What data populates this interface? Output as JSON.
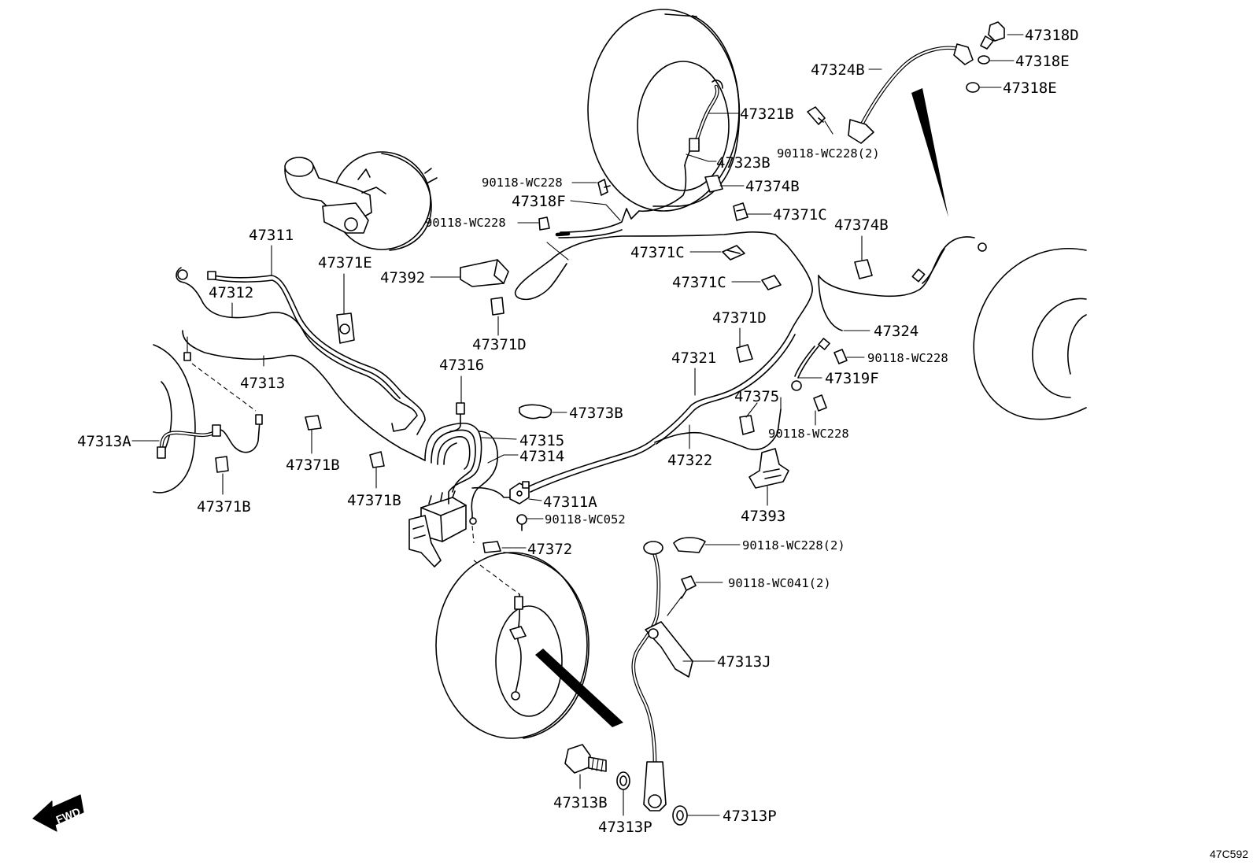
{
  "diagram": {
    "code": "47C592",
    "direction_label": "FWD"
  },
  "labels": {
    "p47318D": "47318D",
    "p47318E_a": "47318E",
    "p47318E_b": "47318E",
    "p47324B": "47324B",
    "p47321B": "47321B",
    "p90118_wc228_2_top": "90118-WC228(2)",
    "p47323B": "47323B",
    "p90118_wc228_a": "90118-WC228",
    "p47374B_a": "47374B",
    "p47318F": "47318F",
    "p90118_wc228_b": "90118-WC228",
    "p47371C_a": "47371C",
    "p47374B_b": "47374B",
    "p47311": "47311",
    "p47371E": "47371E",
    "p47371C_b": "47371C",
    "p47392": "47392",
    "p47371C_c": "47371C",
    "p47312": "47312",
    "p47371D_a": "47371D",
    "p47324": "47324",
    "p47371D_b": "47371D",
    "p47321": "47321",
    "p90118_wc228_c": "90118-WC228",
    "p47316": "47316",
    "p47313": "47313",
    "p47319F": "47319F",
    "p47375": "47375",
    "p47373B": "47373B",
    "p90118_wc228_d": "90118-WC228",
    "p47315": "47315",
    "p47313A": "47313A",
    "p47314": "47314",
    "p47322": "47322",
    "p47371B_a": "47371B",
    "p47371B_b": "47371B",
    "p47371B_c": "47371B",
    "p47311A": "47311A",
    "p47393": "47393",
    "p90118_wc052": "90118-WC052",
    "p47372": "47372",
    "p90118_wc228_2_bot": "90118-WC228(2)",
    "p90118_wc041_2": "90118-WC041(2)",
    "p47313J": "47313J",
    "p47313B": "47313B",
    "p47313P_a": "47313P",
    "p47313P_b": "47313P"
  }
}
